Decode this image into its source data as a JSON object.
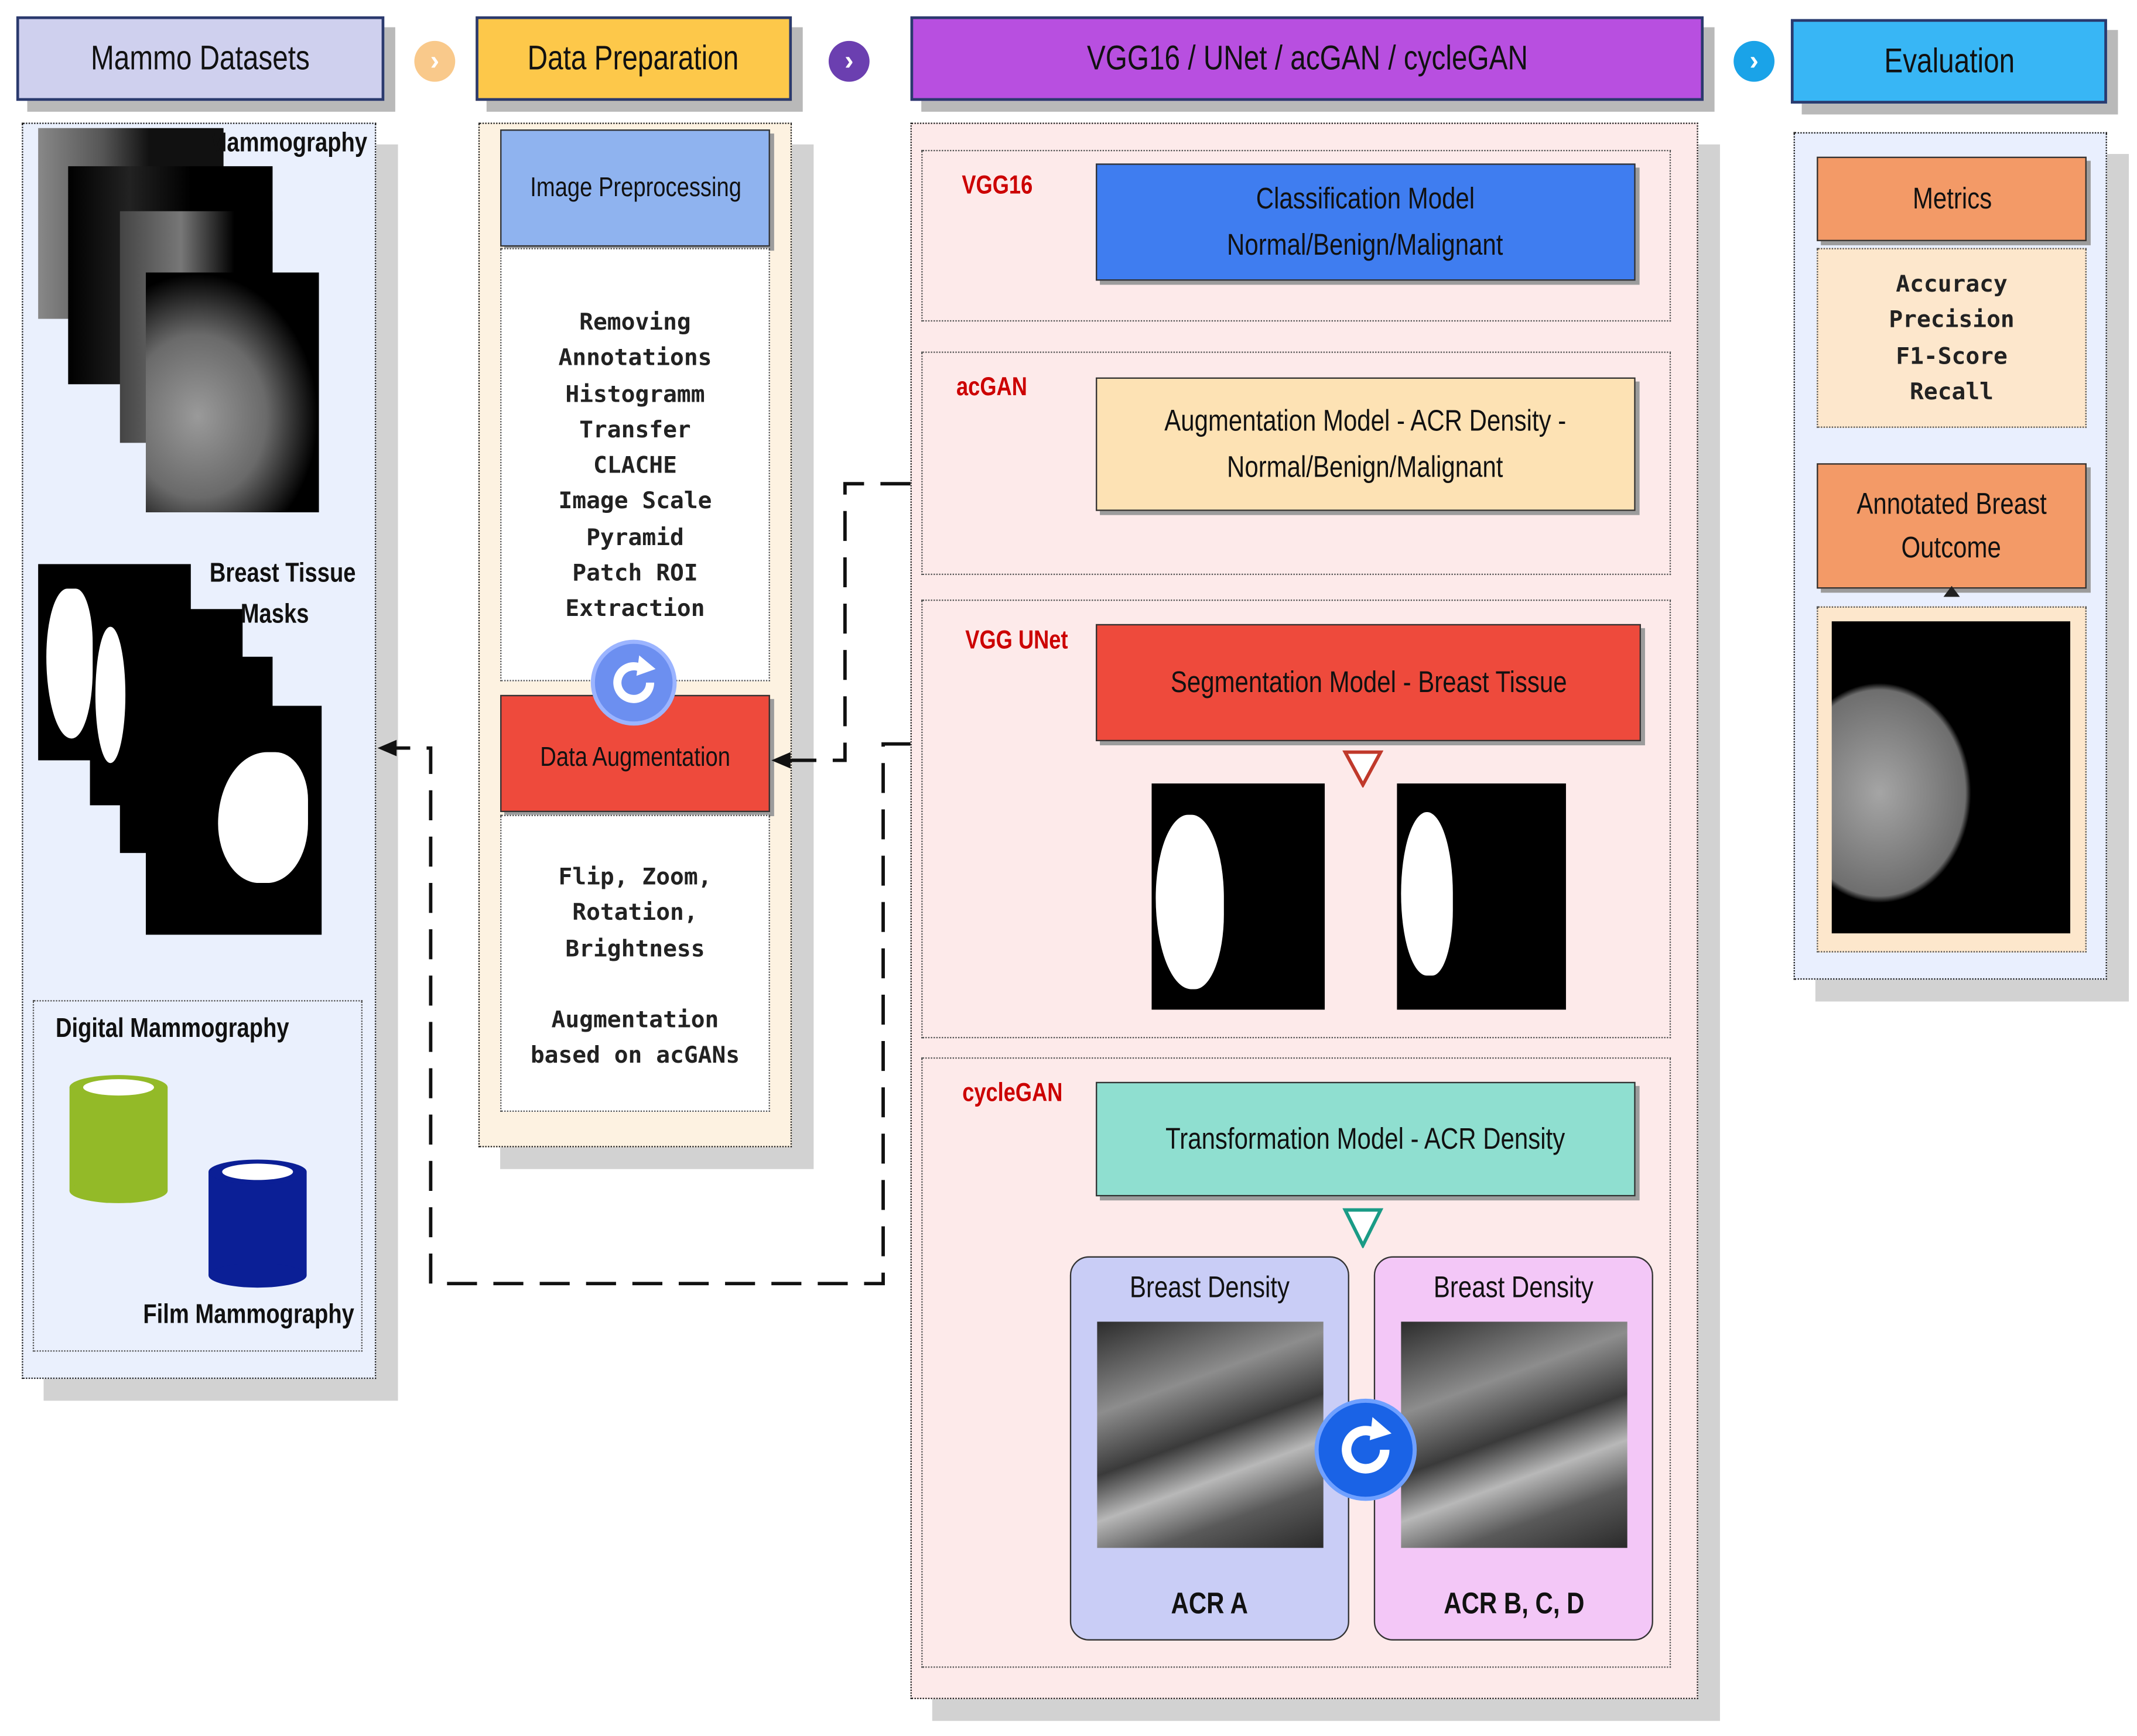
{
  "headers": {
    "datasets": "Mammo Datasets",
    "preparation": "Data Preparation",
    "models": "VGG16 / UNet / acGAN / cycleGAN",
    "evaluation": "Evaluation"
  },
  "datasets": {
    "mammography_label": "Mammography",
    "masks_label_1": "Breast Tissue",
    "masks_label_2": "Masks",
    "digital_label": "Digital Mammography",
    "film_label": "Film Mammography"
  },
  "preparation": {
    "image_preprocessing": "Image Preprocessing",
    "preprocessing_steps": [
      "Removing",
      "Annotations",
      "Histogramm",
      "Transfer",
      "CLACHE",
      "Image Scale",
      "Pyramid",
      "Patch ROI",
      "Extraction"
    ],
    "data_augmentation": "Data Augmentation",
    "augmentation_steps": [
      "Flip, Zoom,",
      "Rotation,",
      "Brightness",
      "",
      "Augmentation",
      "based on acGANs"
    ]
  },
  "models": {
    "vgg16": {
      "tag": "VGG16",
      "line1": "Classification Model",
      "line2": "Normal/Benign/Malignant"
    },
    "acgan": {
      "tag": "acGAN",
      "line1": "Augmentation Model - ACR Density -",
      "line2": "Normal/Benign/Malignant"
    },
    "vggunet": {
      "tag": "VGG UNet",
      "line1": "Segmentation Model - Breast Tissue"
    },
    "cyclegan": {
      "tag": "cycleGAN",
      "line1": "Transformation Model - ACR Density"
    },
    "density_a": {
      "title": "Breast Density",
      "caption": "ACR A"
    },
    "density_bcd": {
      "title": "Breast Density",
      "caption": "ACR B, C, D"
    }
  },
  "evaluation": {
    "metrics": "Metrics",
    "metric_items": [
      "Accuracy",
      "Precision",
      "F1-Score",
      "Recall"
    ],
    "outcome_line1": "Annotated Breast",
    "outcome_line2": "Outcome"
  },
  "colors": {
    "datasets_header": "#cfd0ee",
    "preparation_header": "#fdc84a",
    "models_header": "#b84fe0",
    "evaluation_header": "#38b6f5",
    "image_preprocessing": "#8fb3ef",
    "data_augmentation": "#ee4a3c",
    "classification": "#3f7df0",
    "augmentation_model": "#fde2b4",
    "segmentation": "#ee4a3c",
    "transformation": "#8fdfd0",
    "metrics": "#f39a67",
    "density_a_bg": "#c9cdf6",
    "density_bcd_bg": "#f3c7f7"
  },
  "icons": [
    "chevron-right-icon",
    "refresh-icon",
    "database-icon",
    "triangle-down-icon"
  ]
}
